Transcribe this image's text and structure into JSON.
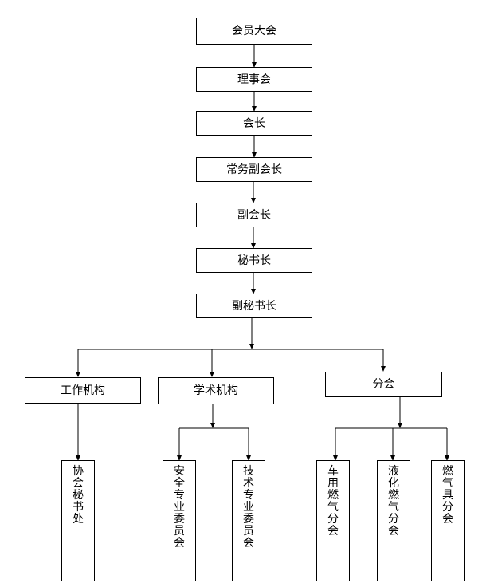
{
  "nodes": {
    "general_assembly": "会员大会",
    "council": "理事会",
    "president": "会长",
    "exec_vice_president": "常务副会长",
    "vice_president": "副会长",
    "secretary_general": "秘书长",
    "deputy_secretary_general": "副秘书长",
    "work_org": "工作机构",
    "academic_org": "学术机构",
    "branches": "分会",
    "secretariat": "协会秘书处",
    "safety_committee": "安全专业委员会",
    "tech_committee": "技术专业委员会",
    "vehicle_gas_branch": "车用燃气分会",
    "lpg_branch": "液化燃气分会",
    "gas_appliance_branch": "燃气具分会"
  }
}
